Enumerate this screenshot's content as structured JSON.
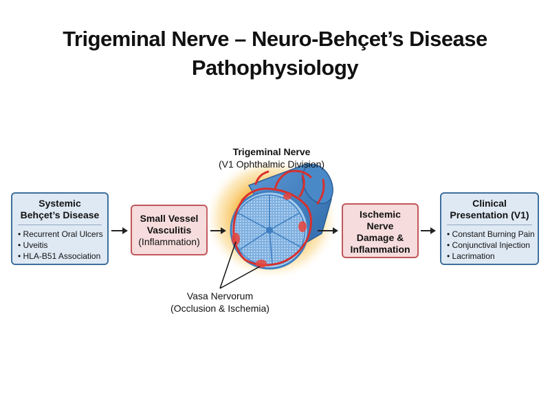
{
  "title": {
    "line1": "Trigeminal Nerve – Neuro-Behçet’s Disease",
    "line2": "Pathophysiology"
  },
  "systemic": {
    "heading_line1": "Systemic",
    "heading_line2": "Behçet’s Disease",
    "items": [
      "Recurrent Oral Ulcers",
      "Uveitis",
      "HLA-B51 Association"
    ]
  },
  "vasculitis": {
    "line1": "Small Vessel",
    "line2": "Vasculitis",
    "line3": "(Inflammation)"
  },
  "nerve_label": {
    "name": "Trigeminal Nerve",
    "division": "(V1 Ophthalmic Division)"
  },
  "vasa_label": {
    "name": "Vasa Nervorum",
    "detail": "(Occlusion & Ischemia)"
  },
  "ischemic": {
    "line1": "Ischemic",
    "line2": "Nerve",
    "line3": "Damage &",
    "line4": "Inflammation"
  },
  "clinical": {
    "heading_line1": "Clinical",
    "heading_line2": "Presentation (V1)",
    "items": [
      "Constant Burning Pain",
      "Conjunctival Injection",
      "Lacrimation"
    ]
  },
  "colors": {
    "blue_box_fill": "#dfe9f4",
    "blue_box_border": "#3c6e9c",
    "red_box_fill": "#f6dcdc",
    "red_box_border": "#c0555a",
    "nerve_blue": "#3f7fc1",
    "glow": "#f7c04a",
    "vessel_red": "#d7302d"
  }
}
